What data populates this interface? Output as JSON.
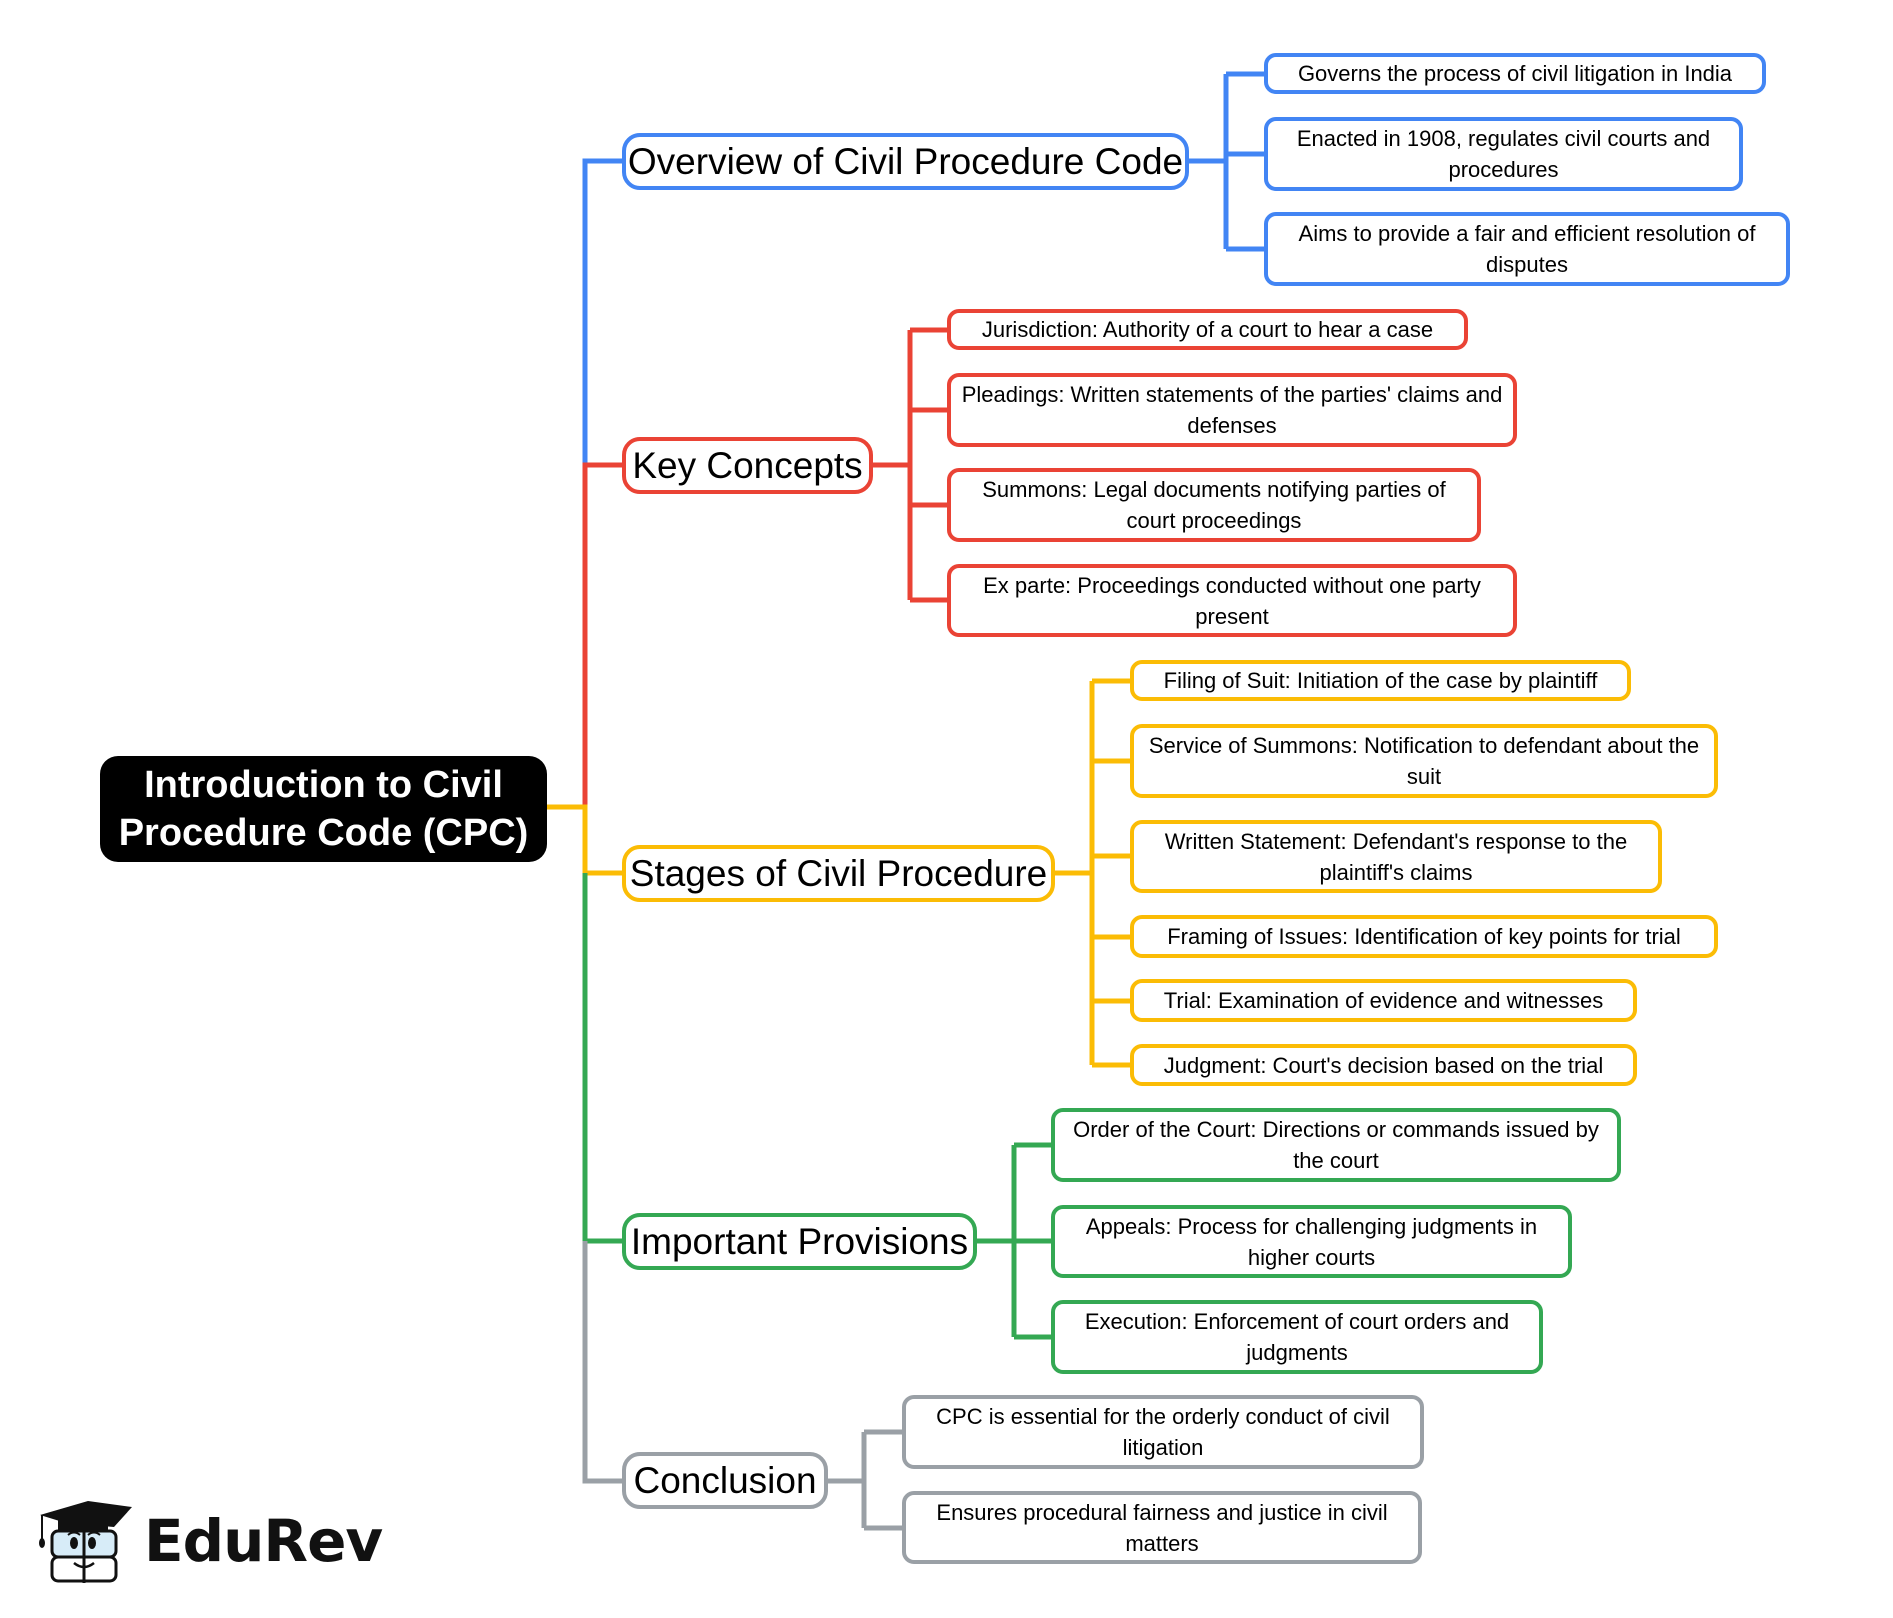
{
  "root": {
    "title_line1": "Introduction to Civil",
    "title_line2": "Procedure Code (CPC)"
  },
  "colors": {
    "blue": "#4285F4",
    "red": "#EA4335",
    "yellow": "#FBBC05",
    "green": "#34A853",
    "gray": "#9AA0A6",
    "root": "#000000"
  },
  "branches": [
    {
      "label": "Overview of Civil Procedure Code",
      "color": "blue",
      "children": [
        "Governs the process of civil litigation in India",
        "Enacted in 1908, regulates civil courts and procedures",
        "Aims to provide a fair and efficient resolution of disputes"
      ]
    },
    {
      "label": "Key Concepts",
      "color": "red",
      "children": [
        "Jurisdiction: Authority of a court to hear a case",
        "Pleadings: Written statements of the parties' claims and defenses",
        "Summons: Legal documents notifying parties of court proceedings",
        "Ex parte: Proceedings conducted without one party present"
      ]
    },
    {
      "label": "Stages of Civil Procedure",
      "color": "yellow",
      "children": [
        "Filing of Suit: Initiation of the case by plaintiff",
        "Service of Summons: Notification to defendant about the suit",
        "Written Statement: Defendant's response to the plaintiff's claims",
        "Framing of Issues: Identification of key points for trial",
        "Trial: Examination of evidence and witnesses",
        "Judgment: Court's decision based on the trial"
      ]
    },
    {
      "label": "Important Provisions",
      "color": "green",
      "children": [
        "Order of the Court: Directions or commands issued by the court",
        "Appeals: Process for challenging judgments in higher courts",
        "Execution: Enforcement of court orders and judgments"
      ]
    },
    {
      "label": "Conclusion",
      "color": "gray",
      "children": [
        "CPC is essential for the orderly conduct of civil litigation",
        "Ensures procedural fairness and justice in civil matters"
      ]
    }
  ],
  "logo": {
    "brand": "EduRev",
    "icon": "graduation-cap-book-mascot-icon"
  }
}
